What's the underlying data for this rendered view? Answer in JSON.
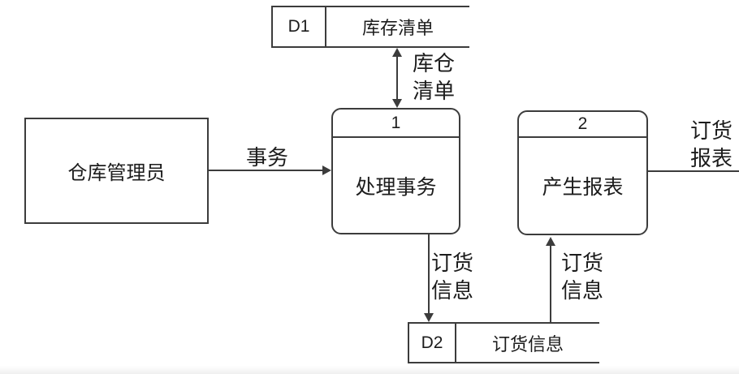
{
  "diagram_type": "data-flow-diagram",
  "entities": {
    "warehouse_manager": {
      "label": "仓库管理员"
    }
  },
  "processes": {
    "p1": {
      "number": "1",
      "name": "处理事务"
    },
    "p2": {
      "number": "2",
      "name": "产生报表"
    }
  },
  "data_stores": {
    "d1": {
      "id": "D1",
      "name": "库存清单"
    },
    "d2": {
      "id": "D2",
      "name": "订货信息"
    }
  },
  "flows": {
    "transaction": {
      "label": "事务",
      "from": "仓库管理员",
      "to": "处理事务",
      "direction": "right"
    },
    "inventory_list": {
      "label": "库仓\n清单",
      "from": "处理事务",
      "to": "库存清单",
      "direction": "both"
    },
    "order_info_out": {
      "label": "订货\n信息",
      "from": "处理事务",
      "to": "订货信息",
      "direction": "down"
    },
    "order_info_in": {
      "label": "订货\n信息",
      "from": "订货信息",
      "to": "产生报表",
      "direction": "up"
    },
    "order_report": {
      "label": "订货\n报表",
      "from": "产生报表",
      "to": "",
      "direction": "right-offscreen"
    }
  },
  "colors": {
    "line": "#3c3c3c",
    "text": "#1c1c1c",
    "background": "#ffffff",
    "page_edge": "#efefef"
  }
}
